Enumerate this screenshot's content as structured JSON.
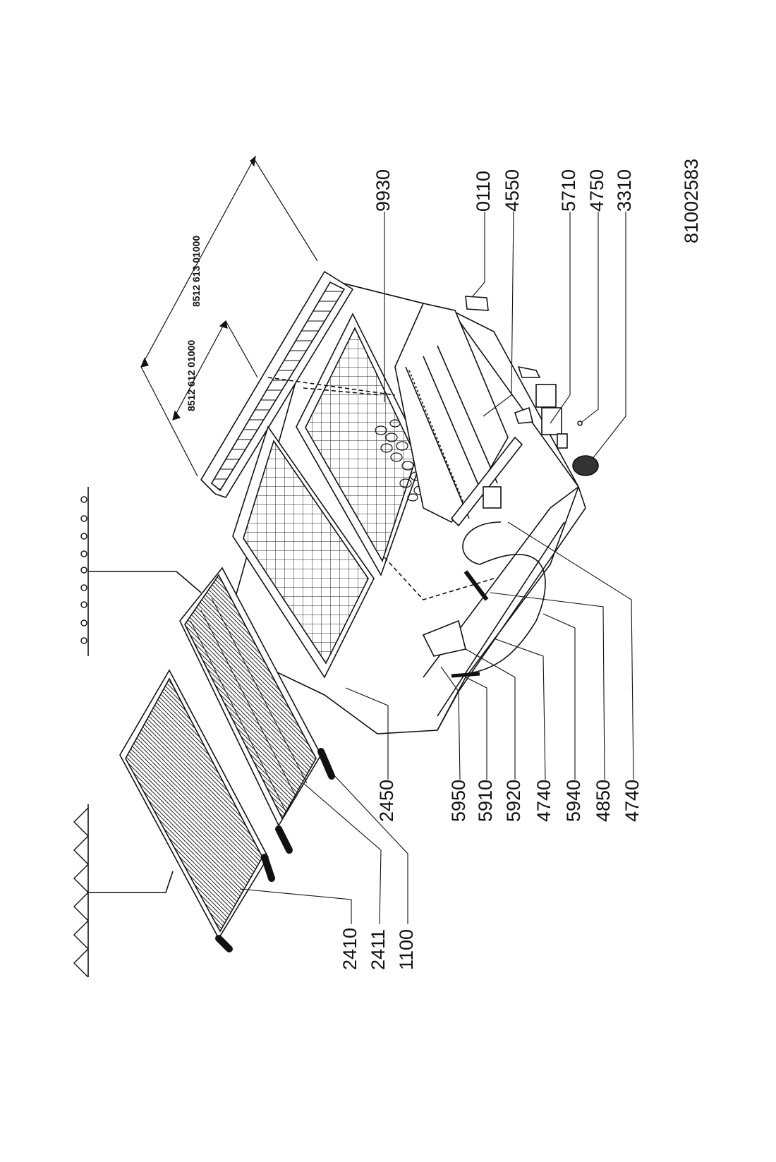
{
  "diagram": {
    "part_labels": [
      {
        "id": "9930",
        "text": "9930"
      },
      {
        "id": "0110",
        "text": "0110"
      },
      {
        "id": "4550",
        "text": "4550"
      },
      {
        "id": "5710",
        "text": "5710"
      },
      {
        "id": "4750",
        "text": "4750"
      },
      {
        "id": "3310",
        "text": "3310"
      },
      {
        "id": "2450",
        "text": "2450"
      },
      {
        "id": "5950",
        "text": "5950"
      },
      {
        "id": "5910",
        "text": "5910"
      },
      {
        "id": "5920",
        "text": "5920"
      },
      {
        "id": "4740a",
        "text": "4740"
      },
      {
        "id": "5940",
        "text": "5940"
      },
      {
        "id": "4850",
        "text": "4850"
      },
      {
        "id": "4740b",
        "text": "4740"
      },
      {
        "id": "2410",
        "text": "2410"
      },
      {
        "id": "2411",
        "text": "2411"
      },
      {
        "id": "1100",
        "text": "1100"
      }
    ],
    "variant_codes": [
      {
        "id": "613",
        "text": "8512 613 01000"
      },
      {
        "id": "612",
        "text": "8512 612 01000"
      }
    ],
    "document_number": "81002583"
  }
}
